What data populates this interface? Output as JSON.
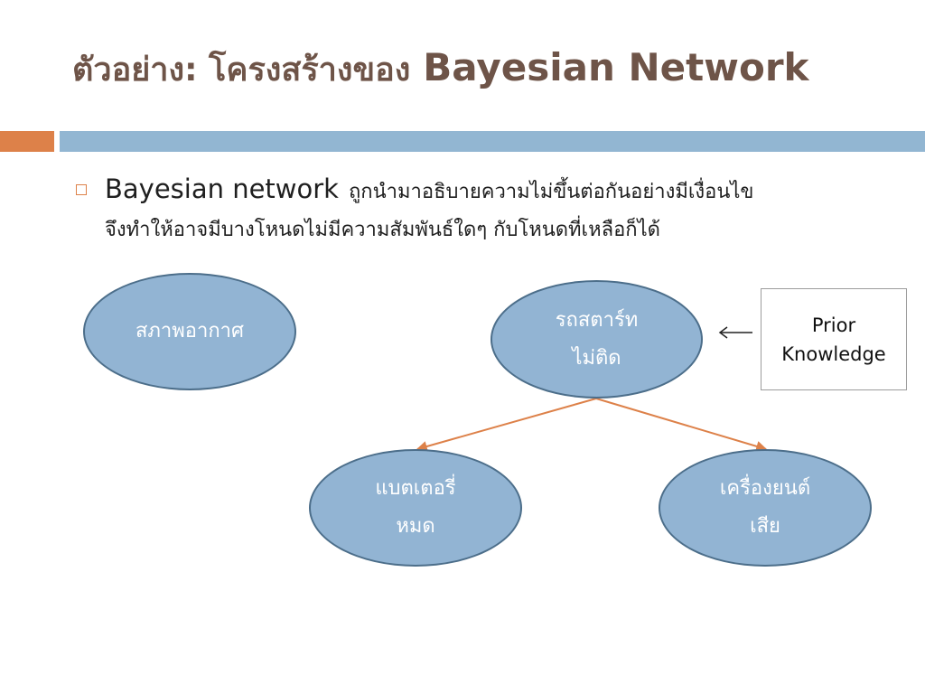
{
  "slide": {
    "title_thai": "ตัวอย่าง: โครงสร้างของ",
    "title_en": "Bayesian Network"
  },
  "bullet": {
    "lead": "Bayesian network",
    "text_line1": "ถูกนำมาอธิบายความไม่ขึ้นต่อกันอย่างมีเงื่อนไข",
    "text_line2": "จึงทำให้อาจมีบางโหนดไม่มีความสัมพันธ์ใดๆ กับโหนดที่เหลือก็ได้"
  },
  "nodes": {
    "weather": "สภาพอากาศ",
    "car_line1": "รถสตาร์ท",
    "car_line2": "ไม่ติด",
    "battery_line1": "แบตเตอรี่",
    "battery_line2": "หมด",
    "engine_line1": "เครื่องยนต์",
    "engine_line2": "เสีย"
  },
  "prior": {
    "line1": "Prior",
    "line2": "Knowledge"
  },
  "colors": {
    "title": "#6e5448",
    "accent_orange": "#dd8149",
    "band_blue": "#92b6d2",
    "node_fill": "#92b4d3",
    "node_stroke": "#4c6e8a",
    "edge": "#dd8149"
  }
}
